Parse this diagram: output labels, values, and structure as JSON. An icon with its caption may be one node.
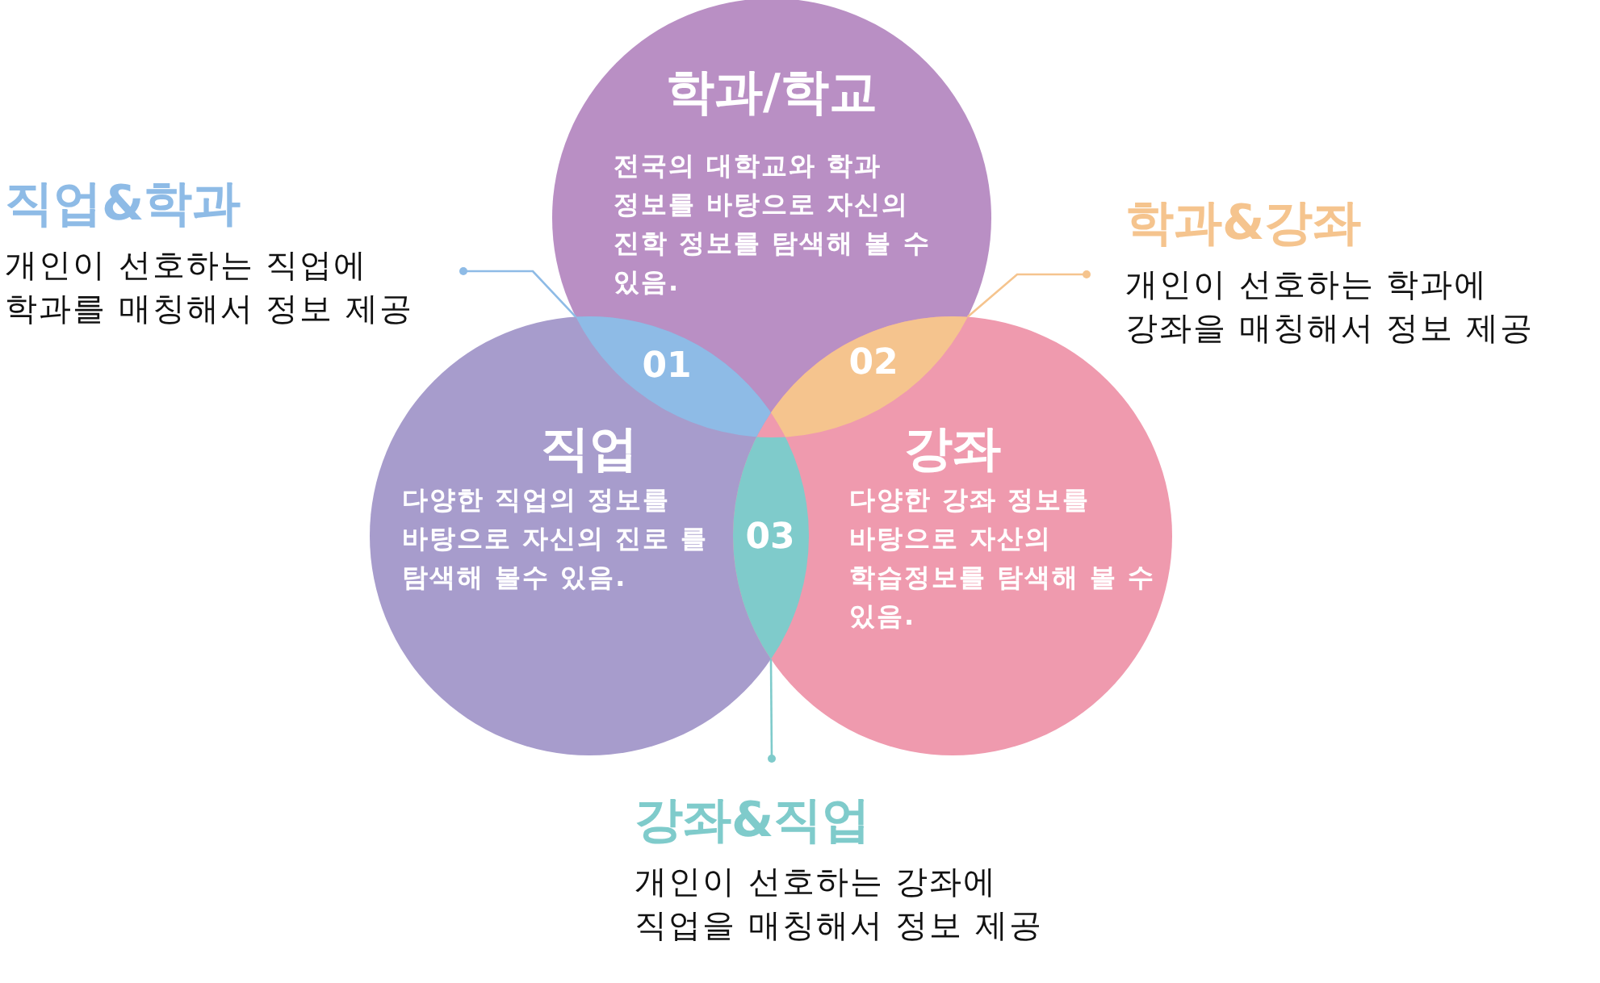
{
  "diagram": {
    "nodes": [
      {
        "text": [
          "학과/학교",
          "전국의 대학교와 학과 정보를 바탕으로 자신의 진학 정보를 탐색해 볼 수 있음."
        ]
      },
      {
        "text": [
          "직업",
          "다양한 직업의 정보를 바탕으로 자신의 진로 를 탐색해 볼수 있음."
        ]
      },
      {
        "text": [
          "강좌",
          "다양한 강좌 정보를 바탕으로 자산의 학습정보를 탐색해 볼 수 있음."
        ]
      },
      {
        "text": [
          "01"
        ]
      },
      {
        "text": [
          "02"
        ]
      },
      {
        "text": [
          "03"
        ]
      },
      {
        "text": [
          "직업&학과",
          "개인이 선호하는 직업에 학과를 매칭해서 정보 제공"
        ]
      },
      {
        "text": [
          "학과&강좌",
          "개인이 선호하는 학과에 강좌을 매칭해서 정보 제공"
        ]
      },
      {
        "text": [
          "강좌&직업",
          "개인이 선호하는 강좌에 직업을 매칭해서 정보 제공"
        ]
      }
    ],
    "edges": [
      {
        "from": 6,
        "to": 3,
        "arrow": "other",
        "color": "#8ebbe6"
      },
      {
        "from": 7,
        "to": 4,
        "arrow": "other",
        "color": "#f5c48e"
      },
      {
        "from": 8,
        "to": 5,
        "arrow": "other",
        "color": "#7fcbcb"
      }
    ]
  }
}
